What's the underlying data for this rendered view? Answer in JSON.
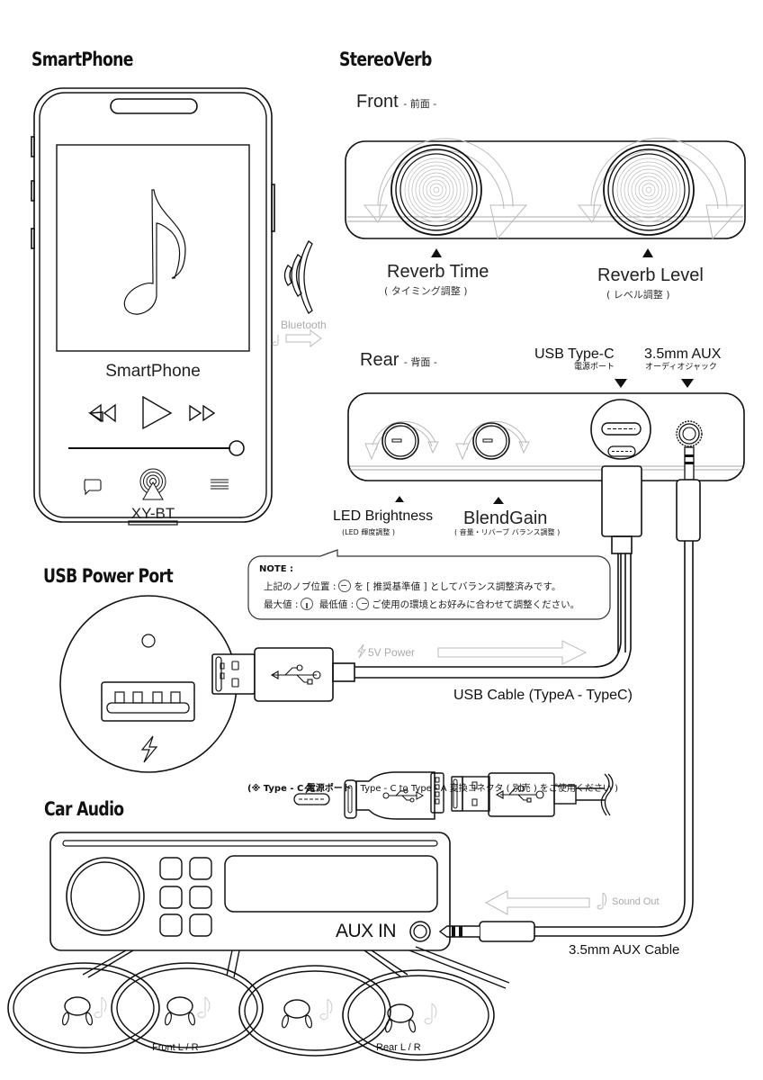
{
  "sections": {
    "smartphone": "SmartPhone",
    "stereoverb": "StereoVerb",
    "usb_power_port": "USB Power Port",
    "car_audio": "Car Audio"
  },
  "phone": {
    "screen_icon": "music-note-icon",
    "app_name": "SmartPhone",
    "controls": [
      "rewind-icon",
      "play-icon",
      "fast-forward-icon"
    ],
    "progress": 1.0,
    "bottom_icons": [
      "chat-icon",
      "airplay-icon",
      "list-icon"
    ],
    "device_name": "XY-BT"
  },
  "bluetooth": {
    "label": "Bluetooth",
    "icon": "wireless-signal-icon"
  },
  "front": {
    "title": "Front",
    "title_jp": "- 前面 -",
    "knobs": [
      {
        "label": "Reverb Time",
        "sub": "( タイミング調整 )"
      },
      {
        "label": "Reverb Level",
        "sub": "( レベル調整 )"
      }
    ]
  },
  "rear": {
    "title": "Rear",
    "title_jp": "- 背面 -",
    "ports": [
      {
        "label": "USB Type-C",
        "sub": "電源ポート"
      },
      {
        "label": "3.5mm AUX",
        "sub": "オーディオジャック"
      }
    ],
    "knobs": [
      {
        "label": "LED Brightness",
        "sub": "(LED 輝度調整 )"
      },
      {
        "label": "BlendGain",
        "sub": "( 音量・リバーブ バランス調整 )"
      }
    ]
  },
  "note": {
    "heading": "NOTE :",
    "line1_a": "上記のノブ位置 :",
    "line1_b": "を [ 推奨基準値 ] としてバランス調整済みです。",
    "line2_a": "最大値 :",
    "line2_b": "最低値 :",
    "line2_c": "ご使用の環境とお好みに合わせて調整ください。"
  },
  "usb": {
    "power_label": "5V Power",
    "cable_label": "USB Cable (TypeA - TypeC)",
    "adapter_note_bold": "(※ Type - C 電源ポート",
    "adapter_note": " : Type - C to Type - A 変換コネクタ ( 別売 ) をご使用ください )"
  },
  "car_audio": {
    "aux_in": "AUX IN",
    "sound_out": "Sound Out",
    "aux_cable": "3.5mm AUX Cable",
    "speakers_front": "Front  L / R",
    "speakers_rear": "Rear  L / R"
  }
}
